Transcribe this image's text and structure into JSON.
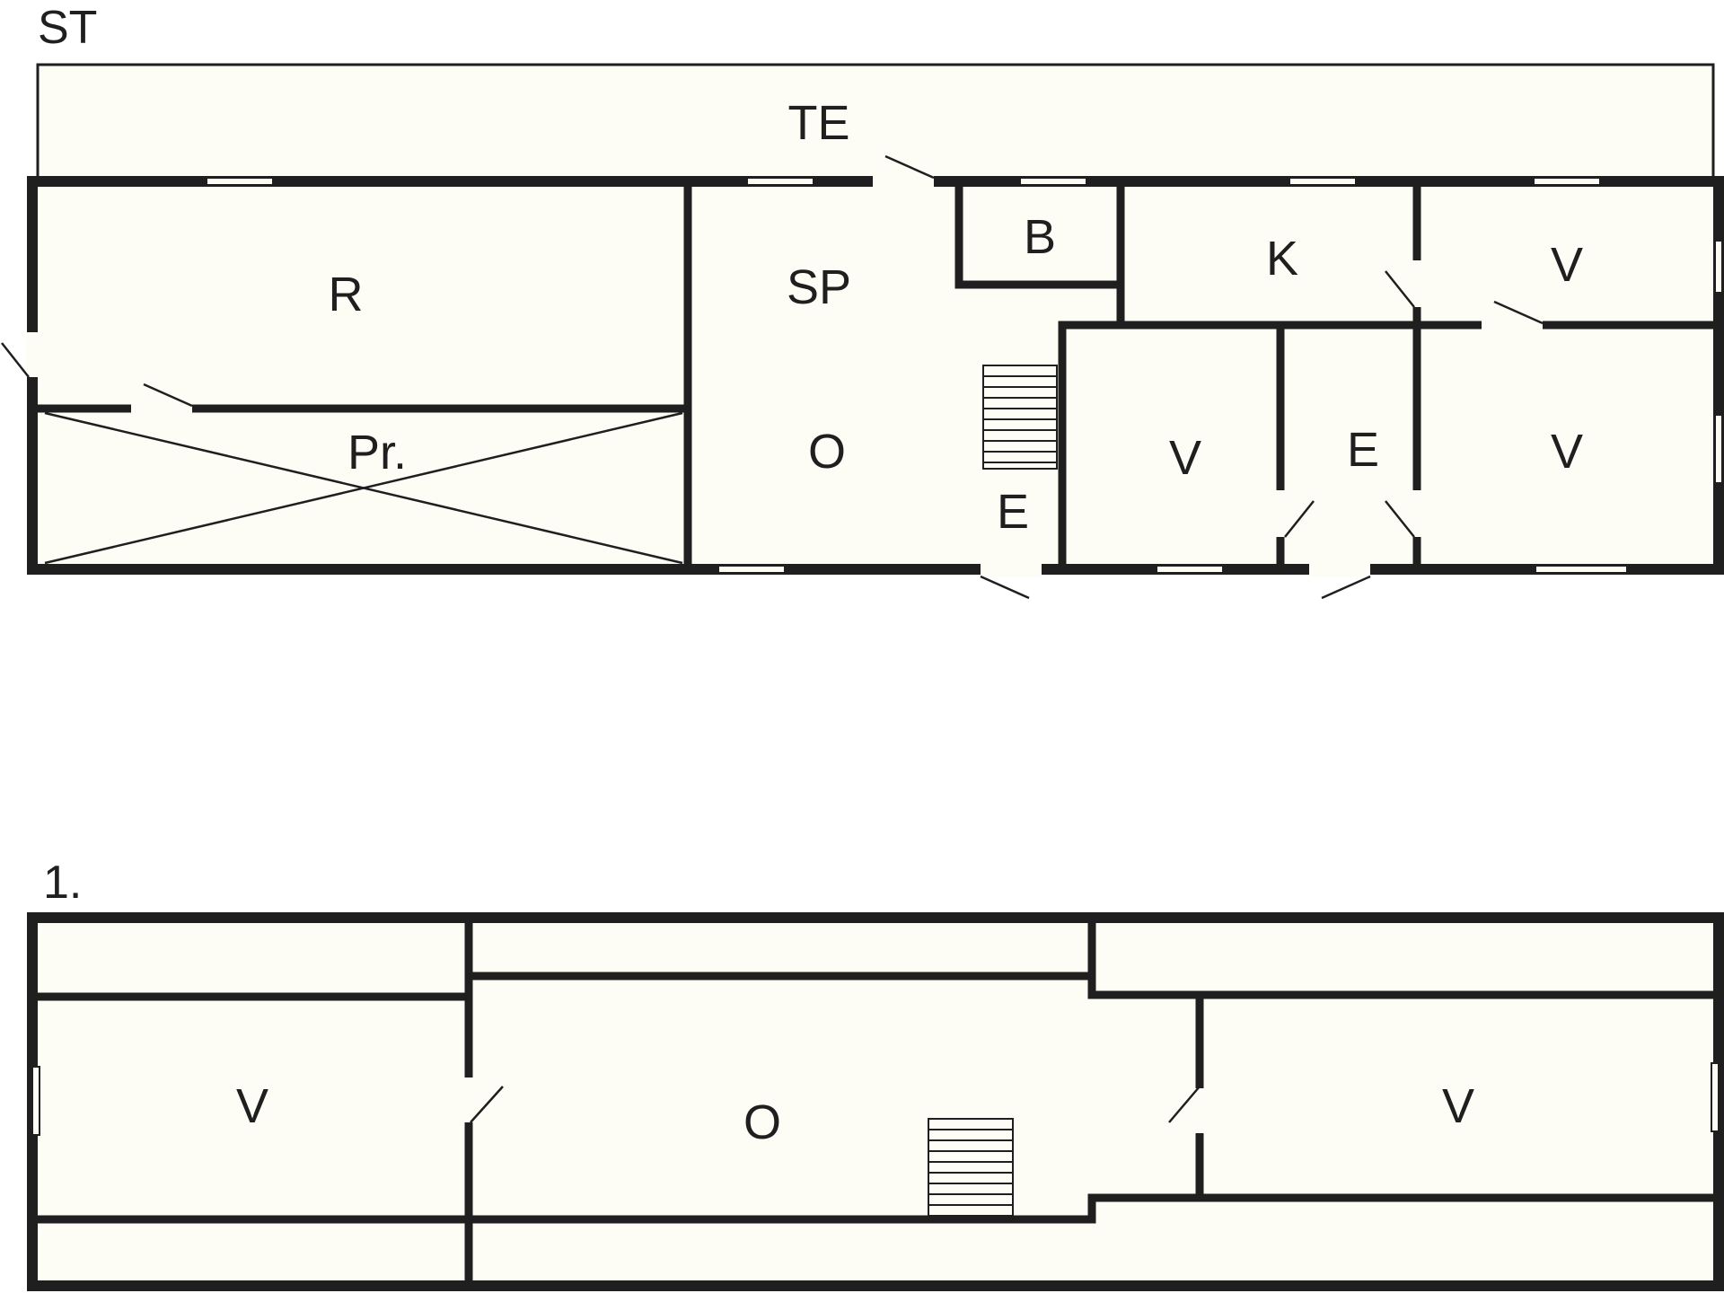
{
  "colors": {
    "floor_fill": "#fdfdf6",
    "wall": "#1f1f1f",
    "background": "#ffffff"
  },
  "ground_floor": {
    "floor_label": "ST",
    "rooms": {
      "terrace": "TE",
      "room_r": "R",
      "pantry": "Pr.",
      "sp": "SP",
      "bathroom": "B",
      "kitchen": "K",
      "bedroom_top_right": "V",
      "living": "O",
      "hall_stairs": "E",
      "bedroom_mid": "V",
      "hall_mid": "E",
      "bedroom_bottom_right": "V"
    }
  },
  "first_floor": {
    "floor_label": "1.",
    "rooms": {
      "bedroom_left": "V",
      "living": "O",
      "bedroom_right": "V"
    }
  }
}
